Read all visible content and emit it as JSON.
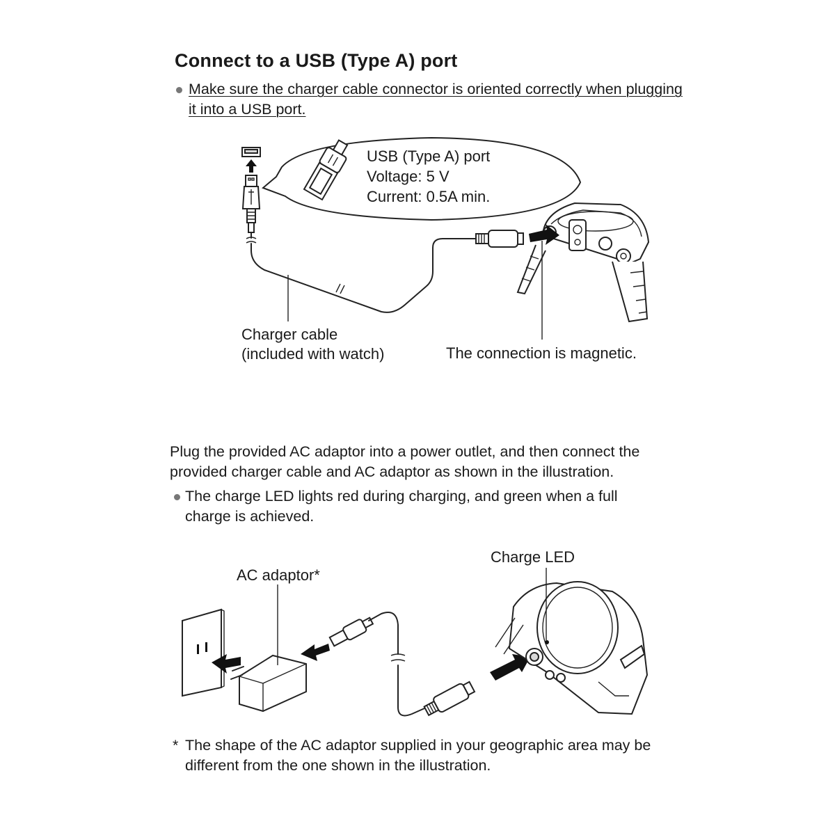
{
  "section1": {
    "heading": "Connect to a USB (Type A) port",
    "bullet_line1": "Make sure the charger cable connector is oriented correctly when plugging",
    "bullet_line2": "it into a USB port."
  },
  "diagram1": {
    "port_line1": "USB (Type A) port",
    "port_line2": "Voltage: 5 V",
    "port_line3": "Current: 0.5A min.",
    "cable_label_line1": "Charger cable",
    "cable_label_line2": "(included with watch)",
    "magnetic_label": "The connection is magnetic."
  },
  "section2": {
    "para_line1": "Plug the provided AC adaptor into a power outlet, and then connect the",
    "para_line2": "provided charger cable and AC adaptor as shown in the illustration.",
    "bullet_line1": "The charge LED lights red during charging, and green when a full",
    "bullet_line2": "charge is achieved."
  },
  "diagram2": {
    "charge_led_label": "Charge LED",
    "ac_adaptor_label": "AC adaptor*"
  },
  "footnote": {
    "marker": "*",
    "line1": "The shape of the AC adaptor supplied in your geographic area may be",
    "line2": "different from the one shown in the illustration."
  }
}
